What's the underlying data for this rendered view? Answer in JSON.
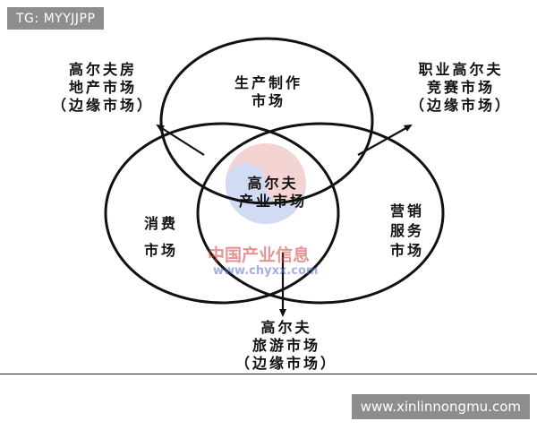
{
  "corner_tag": "TG: MYYJJPP",
  "site_watermark": "www.xinlinnongmu.com",
  "diagram": {
    "circle_production": [
      "生产制作",
      "市场"
    ],
    "circle_consumption": [
      "消费",
      "市场"
    ],
    "circle_marketing": [
      "营销",
      "服务",
      "市场"
    ],
    "center": [
      "高尔夫",
      "产业市场"
    ],
    "outer_top_left": [
      "高尔夫房",
      "地产市场",
      "（边缘市场）"
    ],
    "outer_top_right": [
      "职业高尔夫",
      "竞赛市场",
      "（边缘市场）"
    ],
    "outer_bottom": [
      "高尔夫",
      "旅游市场",
      "（边缘市场）"
    ]
  },
  "watermark": {
    "cn": "中国产业信息",
    "url": "www.chyxx.com"
  },
  "colors": {
    "tag_bg": "#8d8d8d",
    "watermark_red": "#cd3c3c",
    "watermark_blue": "#5a6ec8"
  }
}
